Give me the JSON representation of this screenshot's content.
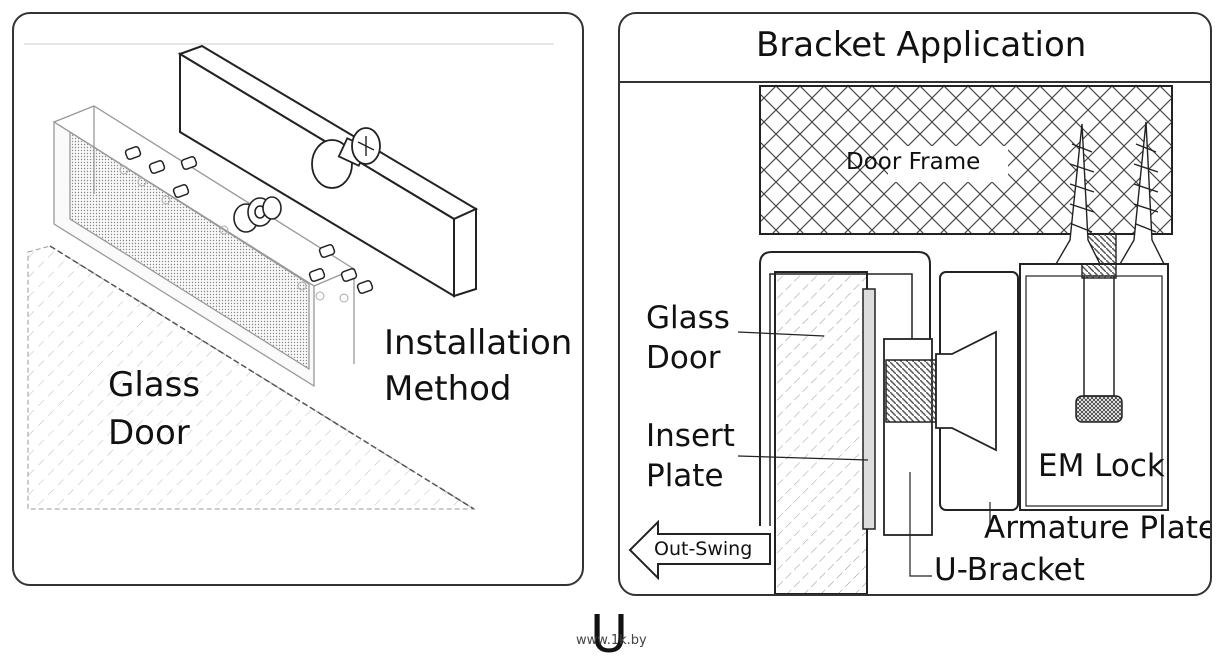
{
  "left_panel": {
    "label_installation": "Installation",
    "label_method": "Method",
    "label_glass": "Glass",
    "label_door": "Door"
  },
  "right_panel": {
    "title": "Bracket Application",
    "door_frame": "Door Frame",
    "glass": "Glass",
    "door": "Door",
    "insert": "Insert",
    "plate": "Plate",
    "em_lock": "EM Lock",
    "armature_plate": "Armature Plate",
    "u_bracket": "U-Bracket",
    "out_swing": "Out-Swing"
  },
  "footer": {
    "letter": "U",
    "watermark": "www.1k.by"
  }
}
